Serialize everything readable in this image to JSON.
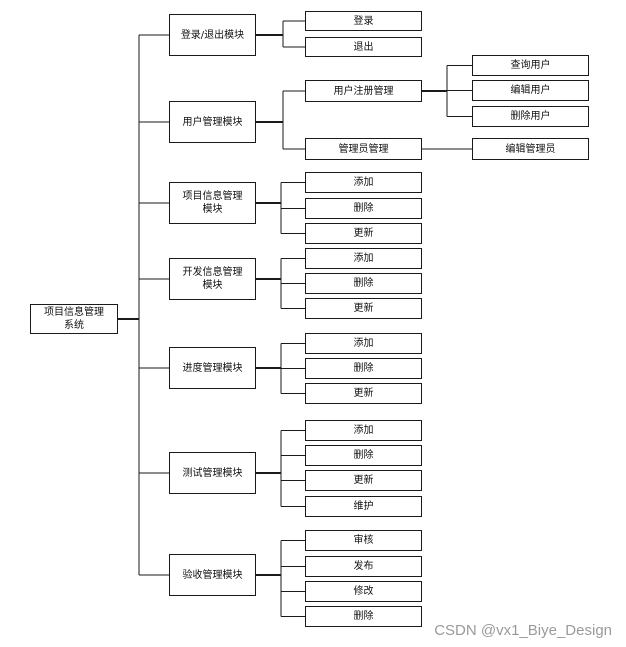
{
  "diagram": {
    "root": "项目信息管理\n系统",
    "modules": [
      {
        "label": "登录/退出模块",
        "children": [
          "登录",
          "退出"
        ]
      },
      {
        "label": "用户管理模块",
        "children": [
          "用户注册管理",
          "管理员管理"
        ]
      },
      {
        "label": "项目信息管理\n模块",
        "children": [
          "添加",
          "删除",
          "更新"
        ]
      },
      {
        "label": "开发信息管理\n模块",
        "children": [
          "添加",
          "删除",
          "更新"
        ]
      },
      {
        "label": "进度管理模块",
        "children": [
          "添加",
          "删除",
          "更新"
        ]
      },
      {
        "label": "测试管理模块",
        "children": [
          "添加",
          "删除",
          "更新",
          "维护"
        ]
      },
      {
        "label": "验收管理模块",
        "children": [
          "审核",
          "发布",
          "修改",
          "删除"
        ]
      }
    ],
    "user_register_children": [
      "查询用户",
      "编辑用户",
      "删除用户"
    ],
    "admin_children": [
      "编辑管理员"
    ]
  },
  "watermark": "CSDN @vx1_Biye_Design"
}
